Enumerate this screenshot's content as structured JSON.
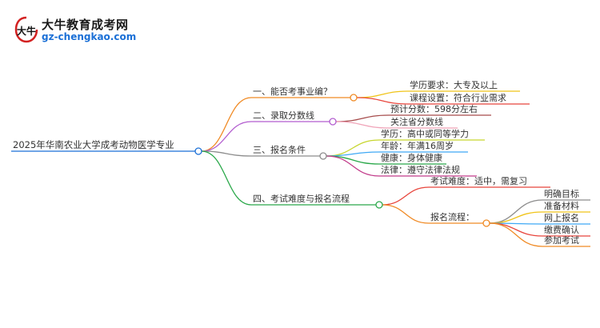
{
  "brand": {
    "name": "大牛教育成考网",
    "url": "gz-chengkao.com",
    "logo_icon": "bull-logo-icon",
    "logo_glyph": "大牛",
    "brand_color": "#d32222",
    "url_color": "#1a6fd6"
  },
  "mindmap": {
    "root": "2025年华南农业大学成考动物医学专业",
    "branches": [
      {
        "label": "一、能否考事业编？",
        "color": "#f08a24",
        "children": [
          {
            "label": "学历要求：大专及以上",
            "color": "#f0c419"
          },
          {
            "label": "课程设置：符合行业需求",
            "color": "#e8453c"
          }
        ]
      },
      {
        "label": "二、录取分数线",
        "color": "#b25ccf",
        "children": [
          {
            "label": "预计分数：598分左右",
            "color": "#a64b4b"
          },
          {
            "label": "关注省分数线",
            "color": "#f0a3b8"
          }
        ]
      },
      {
        "label": "三、报名条件",
        "color": "#8c8c8c",
        "children": [
          {
            "label": "学历：高中或同等学力",
            "color": "#c7d62f"
          },
          {
            "label": "年龄：年满16周岁",
            "color": "#3fa9f5"
          },
          {
            "label": "健康：身体健康",
            "color": "#2aa84a"
          },
          {
            "label": "法律：遵守法律法规",
            "color": "#c23b8a"
          }
        ]
      },
      {
        "label": "四、考试难度与报名流程",
        "color": "#2aa84a",
        "children": [
          {
            "label": "考试难度：适中，需复习",
            "color": "#e8453c",
            "children": []
          },
          {
            "label": "报名流程：",
            "color": "#f08a24",
            "children": [
              {
                "label": "明确目标",
                "color": "#8c8c8c"
              },
              {
                "label": "准备材料",
                "color": "#f0c419"
              },
              {
                "label": "网上报名",
                "color": "#3fa9f5"
              },
              {
                "label": "缴费确认",
                "color": "#e8453c"
              },
              {
                "label": "参加考试",
                "color": "#f08a24"
              }
            ]
          }
        ]
      }
    ],
    "root_color": "#1a6fd6"
  }
}
